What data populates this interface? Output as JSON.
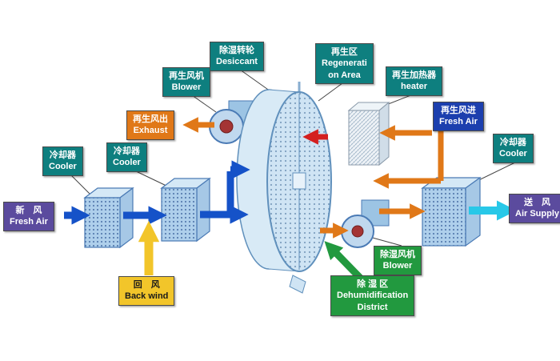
{
  "title": "Desiccant rotary wheel dehumidification system diagram",
  "labels": {
    "fresh_air_in": {
      "zh": "新　风",
      "en": "Fresh Air"
    },
    "cooler1": {
      "zh": "冷却器",
      "en": "Cooler"
    },
    "cooler2": {
      "zh": "冷却器",
      "en": "Cooler"
    },
    "back_wind": {
      "zh": "回　风",
      "en": "Back wind"
    },
    "regen_blower": {
      "zh": "再生风机",
      "en": "Blower"
    },
    "exhaust": {
      "zh": "再生风出",
      "en": "Exhaust"
    },
    "desiccant": {
      "zh": "除湿转轮",
      "en": "Desiccant"
    },
    "regen_area": {
      "zh": "再生区",
      "en1": "Regenerati",
      "en2": "on Area"
    },
    "heater": {
      "zh": "再生加热器",
      "en": "heater"
    },
    "regen_fresh_air": {
      "zh": "再生风进",
      "en": "Fresh Air"
    },
    "cooler3": {
      "zh": "冷却器",
      "en": "Cooler"
    },
    "air_supply": {
      "zh": "送　风",
      "en": "Air Supply"
    },
    "dehumid_blower": {
      "zh": "除湿风机",
      "en": "Blower"
    },
    "dehumid_district": {
      "zh": "除 湿 区",
      "en1": "Dehumidification",
      "en2": "District"
    }
  },
  "colors": {
    "label_teal": "#0e7f7f",
    "label_purple": "#5b4b9e",
    "label_orange": "#e07818",
    "label_yellow": "#f2c52a",
    "label_blue": "#1c3fae",
    "label_green": "#22993f",
    "arrow_blue": "#1552c8",
    "arrow_yellow": "#f2c52a",
    "arrow_orange": "#e07818",
    "arrow_red": "#d42020",
    "arrow_cyan": "#28c8e8",
    "arrow_green": "#22993f",
    "component_fill": "#aecfeb",
    "wheel_fill": "#cfe4f4"
  }
}
